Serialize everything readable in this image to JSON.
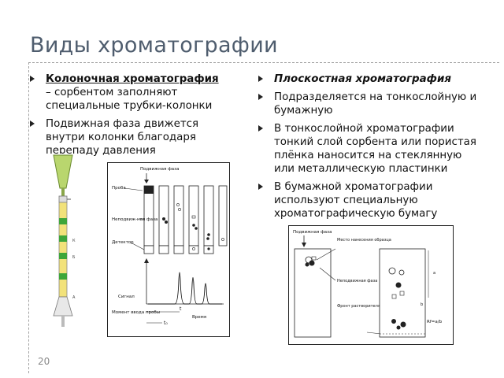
{
  "slide": {
    "title": "Виды хроматографии",
    "page_number": "20"
  },
  "left": {
    "bullets": [
      {
        "heading": "Колоночная  хроматография ",
        "text": "– сорбентом заполняют специальные трубки-колонки"
      },
      {
        "text": "Подвижная фаза движется внутри колонки благодаря перепаду давления"
      }
    ]
  },
  "right": {
    "bullets": [
      {
        "heading": "Плоскостная хроматография"
      },
      {
        "text": "Подразделяется на тонкослойную и бумажную"
      },
      {
        "text": "В тонкослойной хроматографии тонкий слой сорбента или пористая плёнка наносится на стеклянную или металлическую пластинки"
      },
      {
        "text": "В бумажной хроматографии используют специальную хроматографическую бумагу"
      }
    ]
  },
  "column_figure": {
    "mobile_phase": "Подвижная фаза",
    "sample": "Проба",
    "stationary_phase": "Неподвиж-ная фаза",
    "detector": "Детектор",
    "signal": "Сигнал",
    "injection_moment": "Момент ввода пробы",
    "time": "Время",
    "t_label": "t",
    "t0_label": "t₀",
    "column_marks": [
      "К",
      "Б",
      "А"
    ]
  },
  "planar_figure": {
    "mobile_phase": "Подвижная фаза",
    "sample_spot": "Место нанесения образца",
    "stationary_phase": "Неподвижная фаза",
    "front": "Фронт растворителя в конце разделения",
    "a_label": "а",
    "b_label": "b",
    "rf_formula": "Rf=a/b"
  },
  "colors": {
    "title": "#4f5d6e",
    "column_yellow": "#f2e27a",
    "column_green": "#3ea63a",
    "funnel": "#b9d66e"
  }
}
